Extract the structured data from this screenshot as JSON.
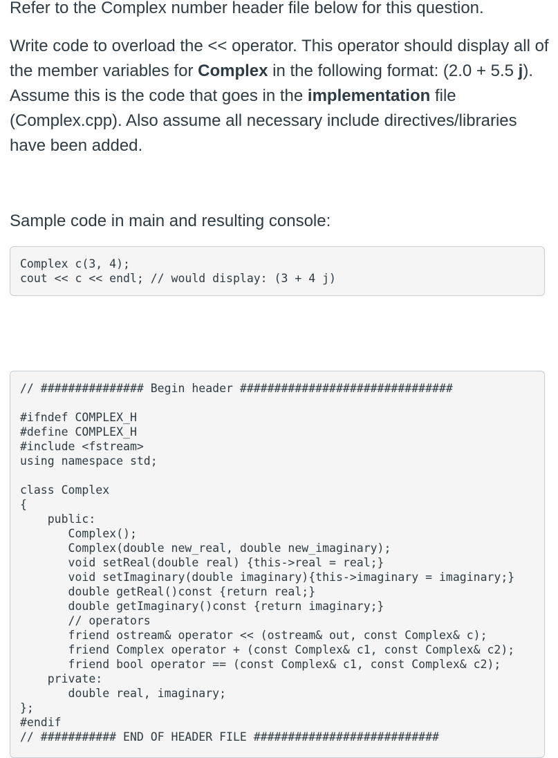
{
  "intro": "Refer to the Complex number header file below for this question.",
  "question": {
    "part1": "Write code to overload the << operator. This operator should display all of the member variables for ",
    "bold1": "Complex",
    "part2": " in the following format: (2.0 + 5.5 ",
    "bold2": "j",
    "part3": "). Assume this is the code that goes in the ",
    "bold3": "implementation",
    "part4": " file (Complex.cpp). Also assume all necessary include directives/libraries have been added."
  },
  "sample_label": "Sample code in main and resulting console:",
  "sample_code": "Complex c(3, 4);\ncout << c << endl; // would display: (3 + 4 j)",
  "header_code": "// ############### Begin header ###############################\n\n#ifndef COMPLEX_H\n#define COMPLEX_H\n#include <fstream>\nusing namespace std;\n\nclass Complex\n{\n    public:\n       Complex();\n       Complex(double new_real, double new_imaginary);\n       void setReal(double real) {this->real = real;}\n       void setImaginary(double imaginary){this->imaginary = imaginary;}\n       double getReal()const {return real;}\n       double getImaginary()const {return imaginary;}\n       // operators\n       friend ostream& operator << (ostream& out, const Complex& c);\n       friend Complex operator + (const Complex& c1, const Complex& c2);\n       friend bool operator == (const Complex& c1, const Complex& c2);\n    private:\n       double real, imaginary;\n};\n#endif\n// ########### END OF HEADER FILE ###########################"
}
